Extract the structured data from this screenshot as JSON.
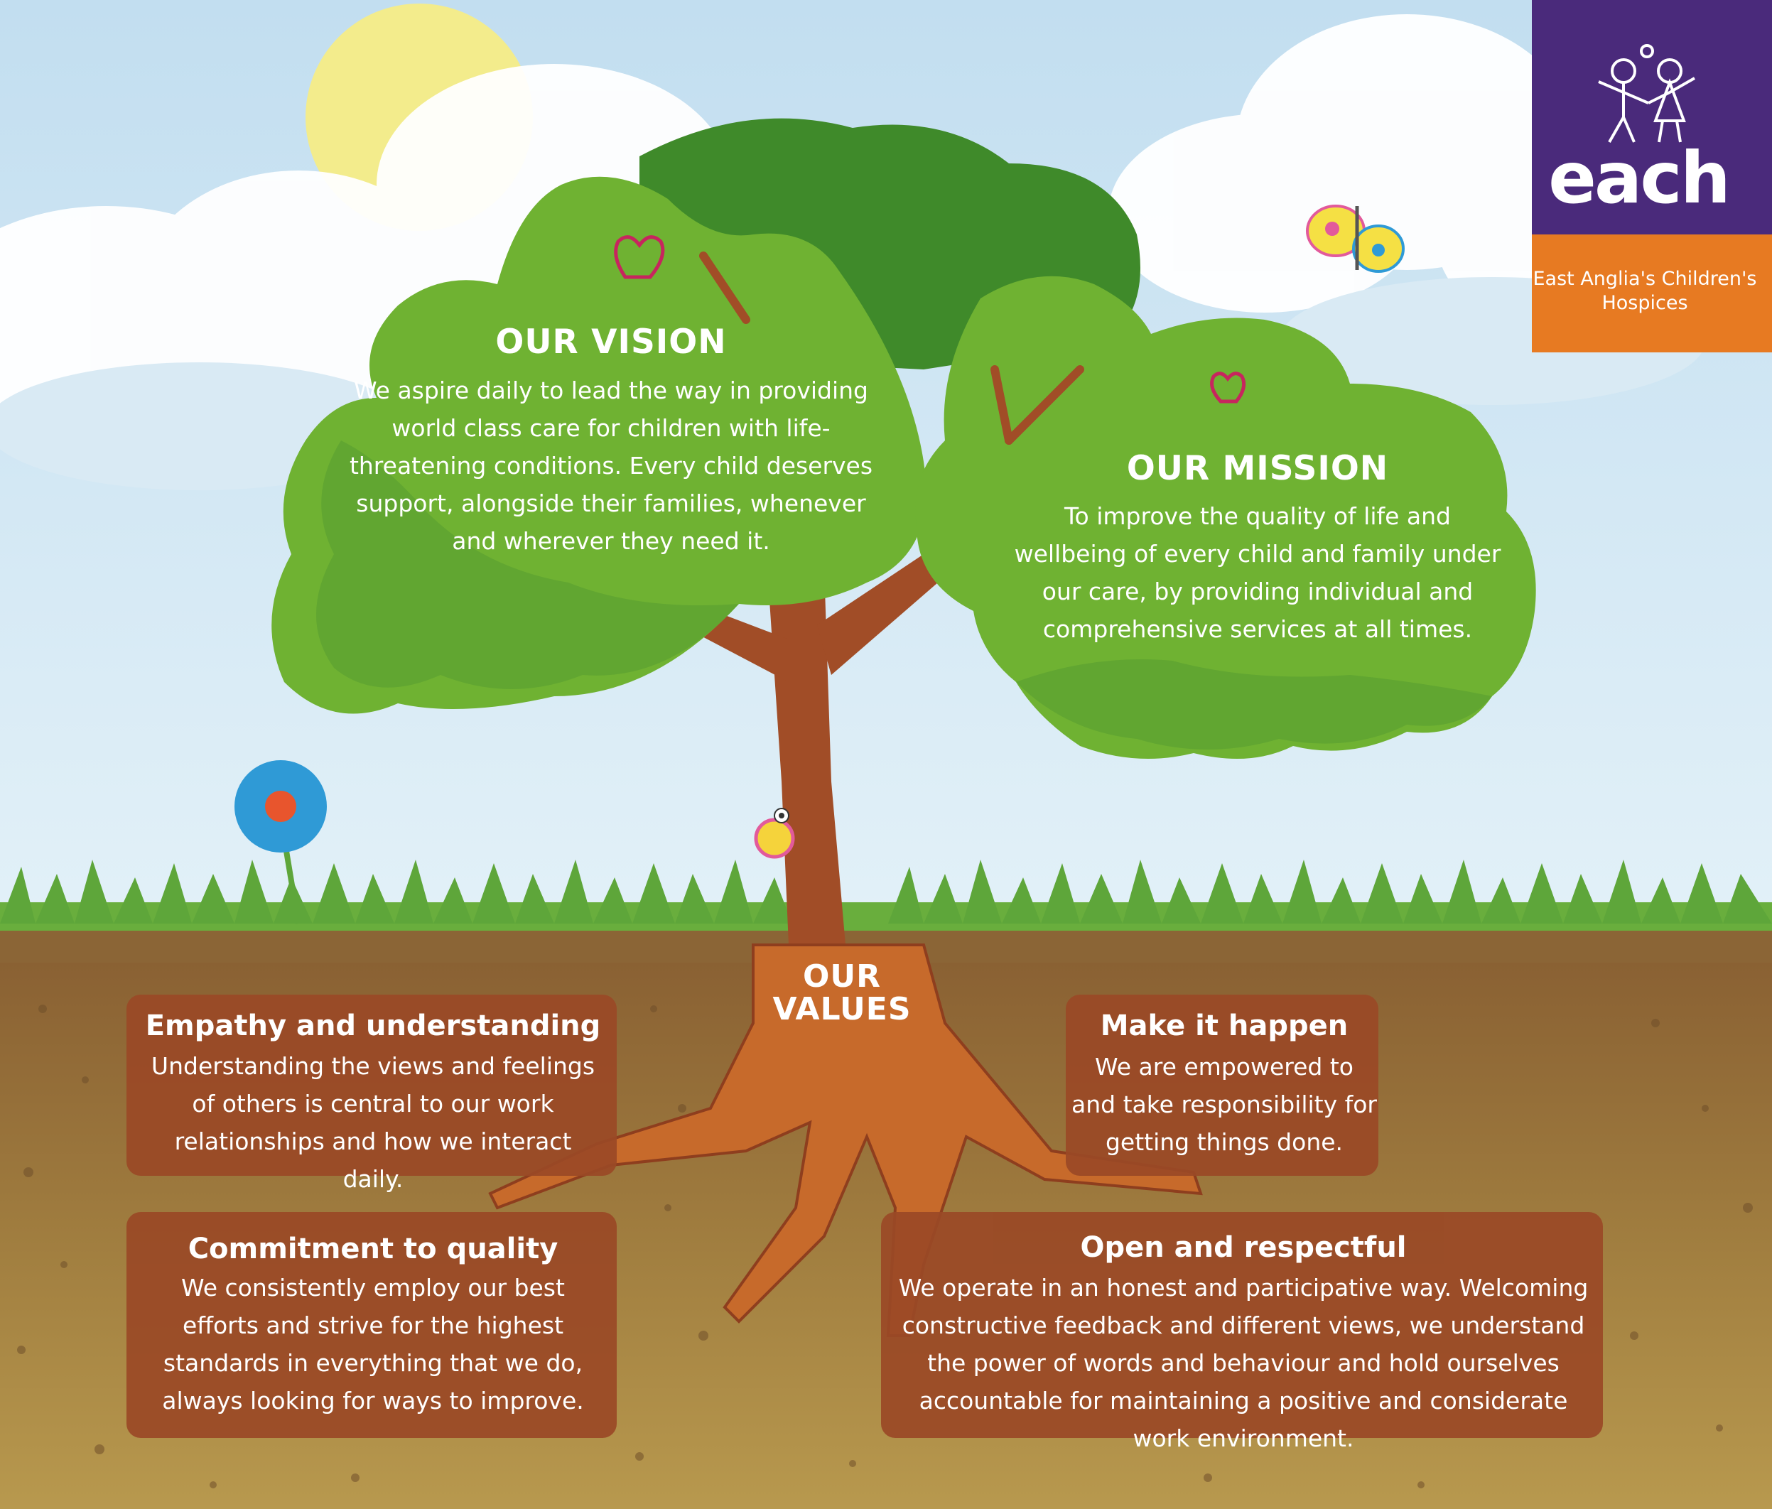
{
  "vision": {
    "title": "OUR VISION",
    "body": "We aspire daily to lead the way in providing world class care for children with life-threatening conditions. Every child deserves support, alongside their families, whenever and wherever they need it."
  },
  "mission": {
    "title": "OUR MISSION",
    "body": "To improve the quality of life and wellbeing of every child and family under our care, by providing individual and comprehensive services at all times."
  },
  "values": {
    "title": "OUR VALUES",
    "items": [
      {
        "title": "Empathy and understanding",
        "body": "Understanding the views and feelings of others is central to our work relationships and how we interact daily."
      },
      {
        "title": "Make it happen",
        "body": "We are empowered to and take responsibility for getting things done."
      },
      {
        "title": "Commitment to quality",
        "body": "We consistently employ our best efforts and strive for the highest standards in everything that we do, always looking for ways to improve."
      },
      {
        "title": "Open and respectful",
        "body": "We operate in an honest and participative way. Welcoming constructive feedback and different views, we understand the power of words and behaviour and hold ourselves accountable for maintaining a positive and considerate work environment."
      }
    ]
  },
  "logo": {
    "name": "each",
    "tagline": "East Anglia's Children's Hospices"
  },
  "colors": {
    "sky": "#cfe6f3",
    "sun": "#f4ee92",
    "leaf_light": "#79b833",
    "leaf_mid": "#5aa231",
    "leaf_dark": "#3f8a2a",
    "trunk": "#9c4a26",
    "root": "#c86a2c",
    "soil_top": "#8e6637",
    "soil": "#a58443",
    "value_box": "#9a4926",
    "logo_purple": "#4a2a7b",
    "logo_orange": "#e77a22"
  }
}
